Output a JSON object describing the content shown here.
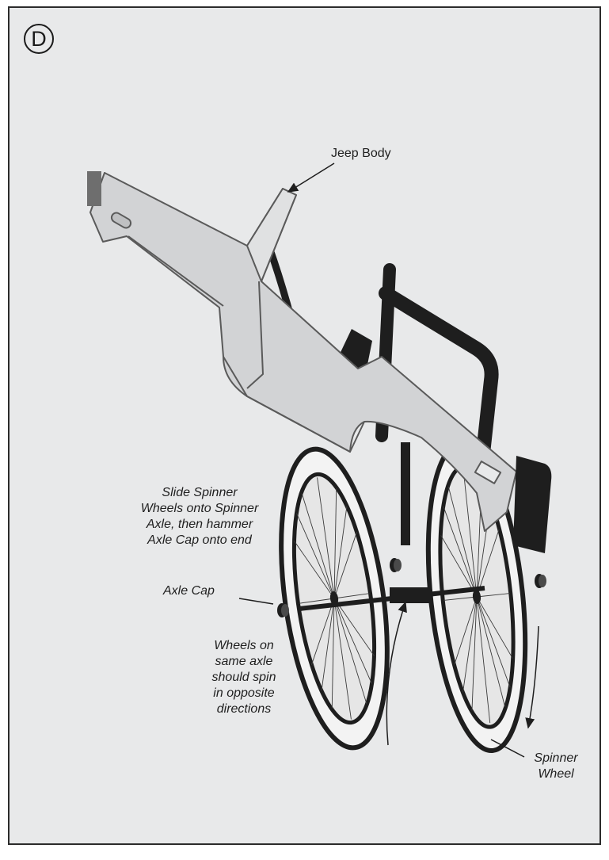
{
  "step": "D",
  "labels": {
    "jeep_body": "Jeep Body",
    "instruction": [
      "Slide Spinner",
      "Wheels onto Spinner",
      "Axle, then hammer",
      "Axle Cap onto end"
    ],
    "axle_cap": "Axle Cap",
    "spin_note": [
      "Wheels on",
      "same axle",
      "should spin",
      "in opposite",
      "directions"
    ],
    "spinner_wheel": [
      "Spinner",
      "Wheel"
    ]
  },
  "colors": {
    "background": "#e8e9ea",
    "body": "#d2d3d5",
    "outline": "#5a5a5a",
    "dark": "#1e1e1e"
  }
}
